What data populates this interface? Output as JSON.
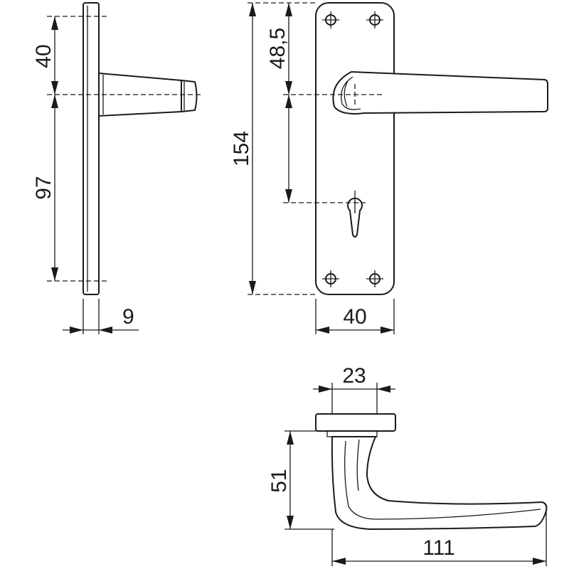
{
  "dimensions": {
    "side_upper": "40",
    "side_lower": "97",
    "thickness": "9",
    "overall_height": "154",
    "handle_offset": "48,5",
    "plate_width": "40",
    "rose_width": "23",
    "lever_height": "51",
    "lever_length": "111"
  }
}
